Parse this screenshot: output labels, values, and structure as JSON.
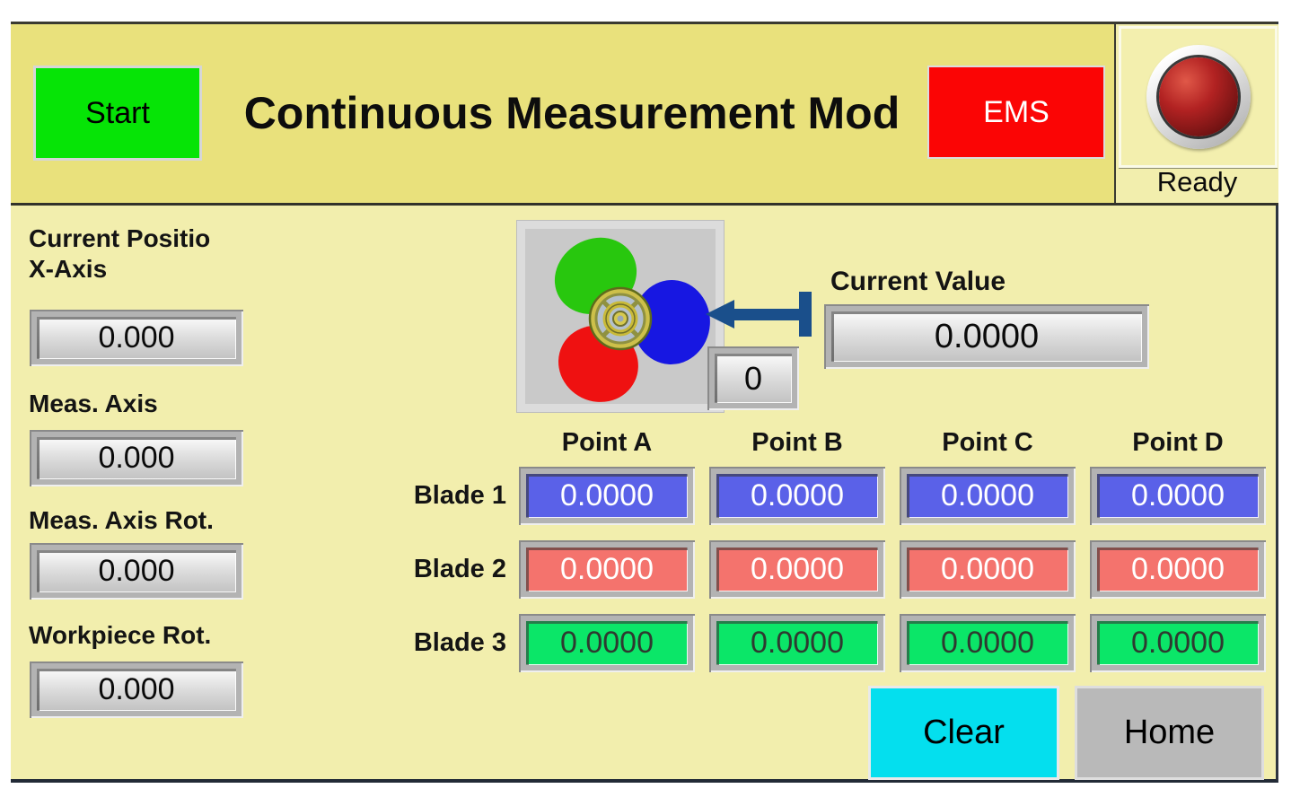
{
  "header": {
    "start_button_label": "Start",
    "title": "Continuous Measurement Mod",
    "ems_button_label": "EMS",
    "status_label": "Ready"
  },
  "position_panel": {
    "readouts": [
      {
        "line1": "Current Positio",
        "line2": "X-Axis",
        "value": "0.000"
      },
      {
        "line1": "Meas. Axis",
        "value": "0.000"
      },
      {
        "line1": "Meas. Axis Rot.",
        "value": "0.000"
      },
      {
        "line1": "Workpiece Rot.",
        "value": "0.000"
      }
    ]
  },
  "propeller": {
    "image": "propeller-3-blade",
    "blade_colors": [
      "#28c70e",
      "#1717e2",
      "#ef1111"
    ],
    "counter_value": "0",
    "current_value_label": "Current Value",
    "current_value": "0.0000"
  },
  "measurement_table": {
    "column_headers": [
      "Point A",
      "Point B",
      "Point C",
      "Point D"
    ],
    "rows": [
      {
        "label": "Blade 1",
        "color": "#5a61e8",
        "values": [
          "0.0000",
          "0.0000",
          "0.0000",
          "0.0000"
        ]
      },
      {
        "label": "Blade 2",
        "color": "#f4736d",
        "values": [
          "0.0000",
          "0.0000",
          "0.0000",
          "0.0000"
        ]
      },
      {
        "label": "Blade 3",
        "color": "#0be668",
        "values": [
          "0.0000",
          "0.0000",
          "0.0000",
          "0.0000"
        ]
      }
    ]
  },
  "footer": {
    "clear_button_label": "Clear",
    "home_button_label": "Home"
  },
  "colors": {
    "topbar_bg": "#e9e17c",
    "main_bg": "#f2eead",
    "start_green": "#06e406",
    "ems_red": "#fb0505",
    "clear_cyan": "#04dfee",
    "home_gray": "#b9b9b9",
    "arrow_blue": "#1a4f8b",
    "lamp_red": "#b22222"
  }
}
